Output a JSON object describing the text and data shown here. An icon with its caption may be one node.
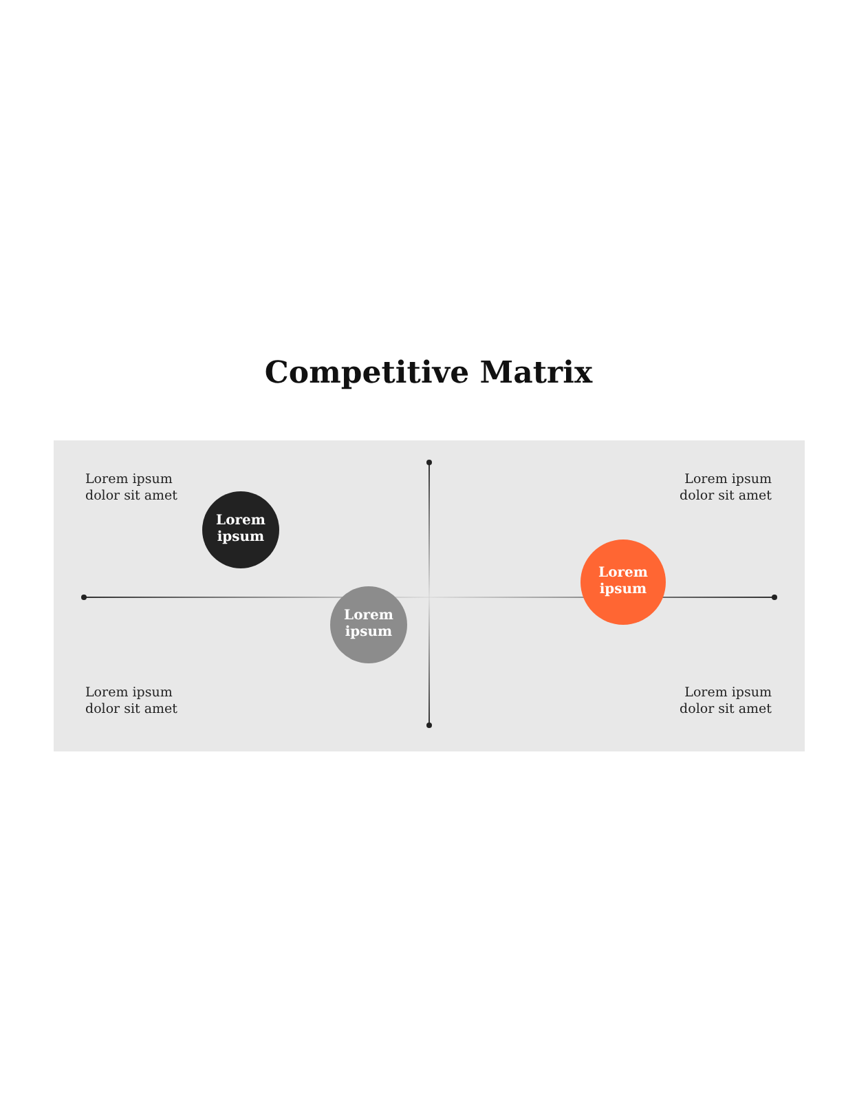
{
  "diagram": {
    "title": "Competitive Matrix",
    "nodes": [
      {
        "text": [
          "Lorem ipsum"
        ]
      },
      {
        "text": [
          "Lorem ipsum"
        ]
      },
      {
        "text": [
          "Lorem ipsum"
        ]
      }
    ],
    "labels": [
      "Lorem ipsum dolor sit amet",
      "Lorem ipsum dolor sit amet",
      "Lorem ipsum dolor sit amet",
      "Lorem ipsum dolor sit amet"
    ]
  }
}
